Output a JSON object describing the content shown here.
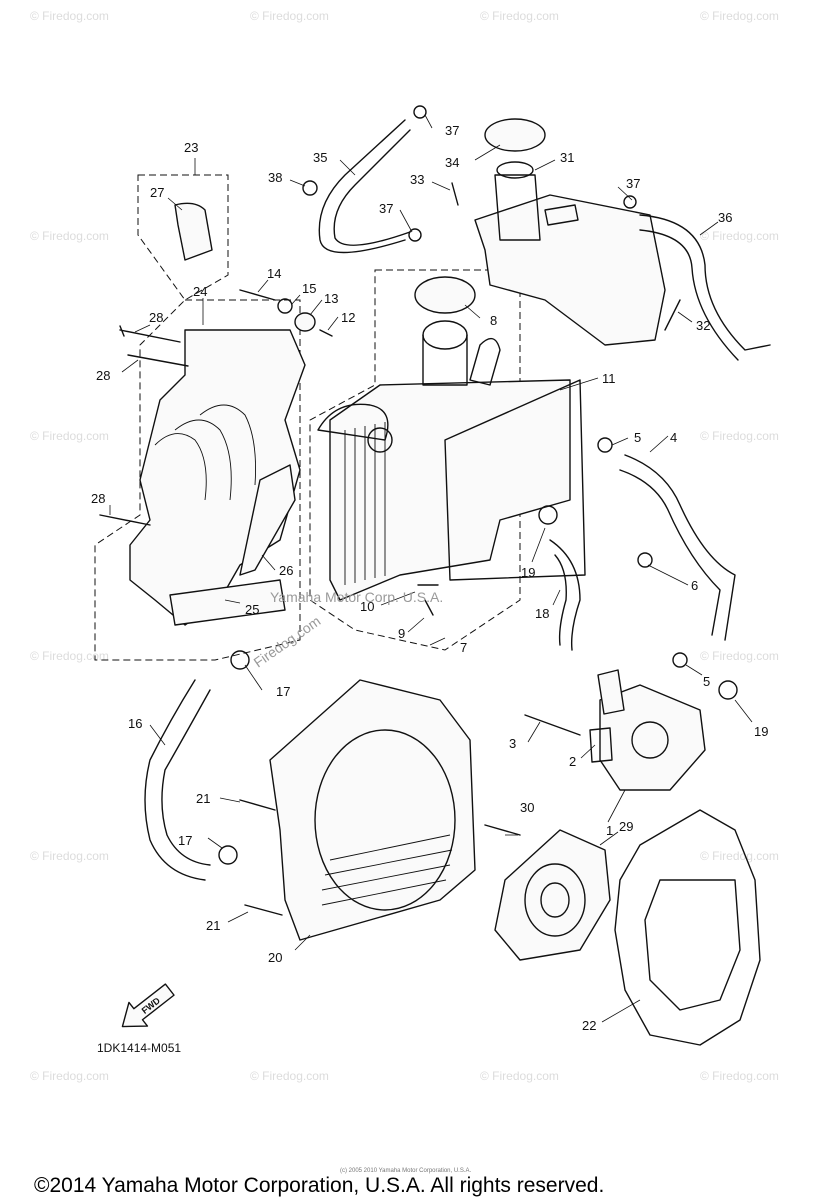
{
  "diagram": {
    "code": "1DK1414-M051",
    "fwd_label": "FWD",
    "copyright": "©2014 Yamaha Motor Corporation, U.S.A. All rights reserved.",
    "small_copyright": "(c) 2005 2010 Yamaha Motor Corporation, U.S.A.",
    "overlay_text": "Yamaha Motor Corp. U.S.A.",
    "overlay_site": "Firedog.com",
    "watermark": "© Firedog.com",
    "callouts": [
      "1",
      "2",
      "3",
      "4",
      "5",
      "5",
      "6",
      "7",
      "8",
      "9",
      "10",
      "11",
      "12",
      "13",
      "14",
      "15",
      "16",
      "17",
      "17",
      "18",
      "19",
      "19",
      "20",
      "21",
      "21",
      "22",
      "23",
      "24",
      "25",
      "26",
      "27",
      "28",
      "28",
      "28",
      "29",
      "30",
      "31",
      "32",
      "33",
      "34",
      "35",
      "36",
      "37",
      "37",
      "37",
      "38"
    ]
  }
}
